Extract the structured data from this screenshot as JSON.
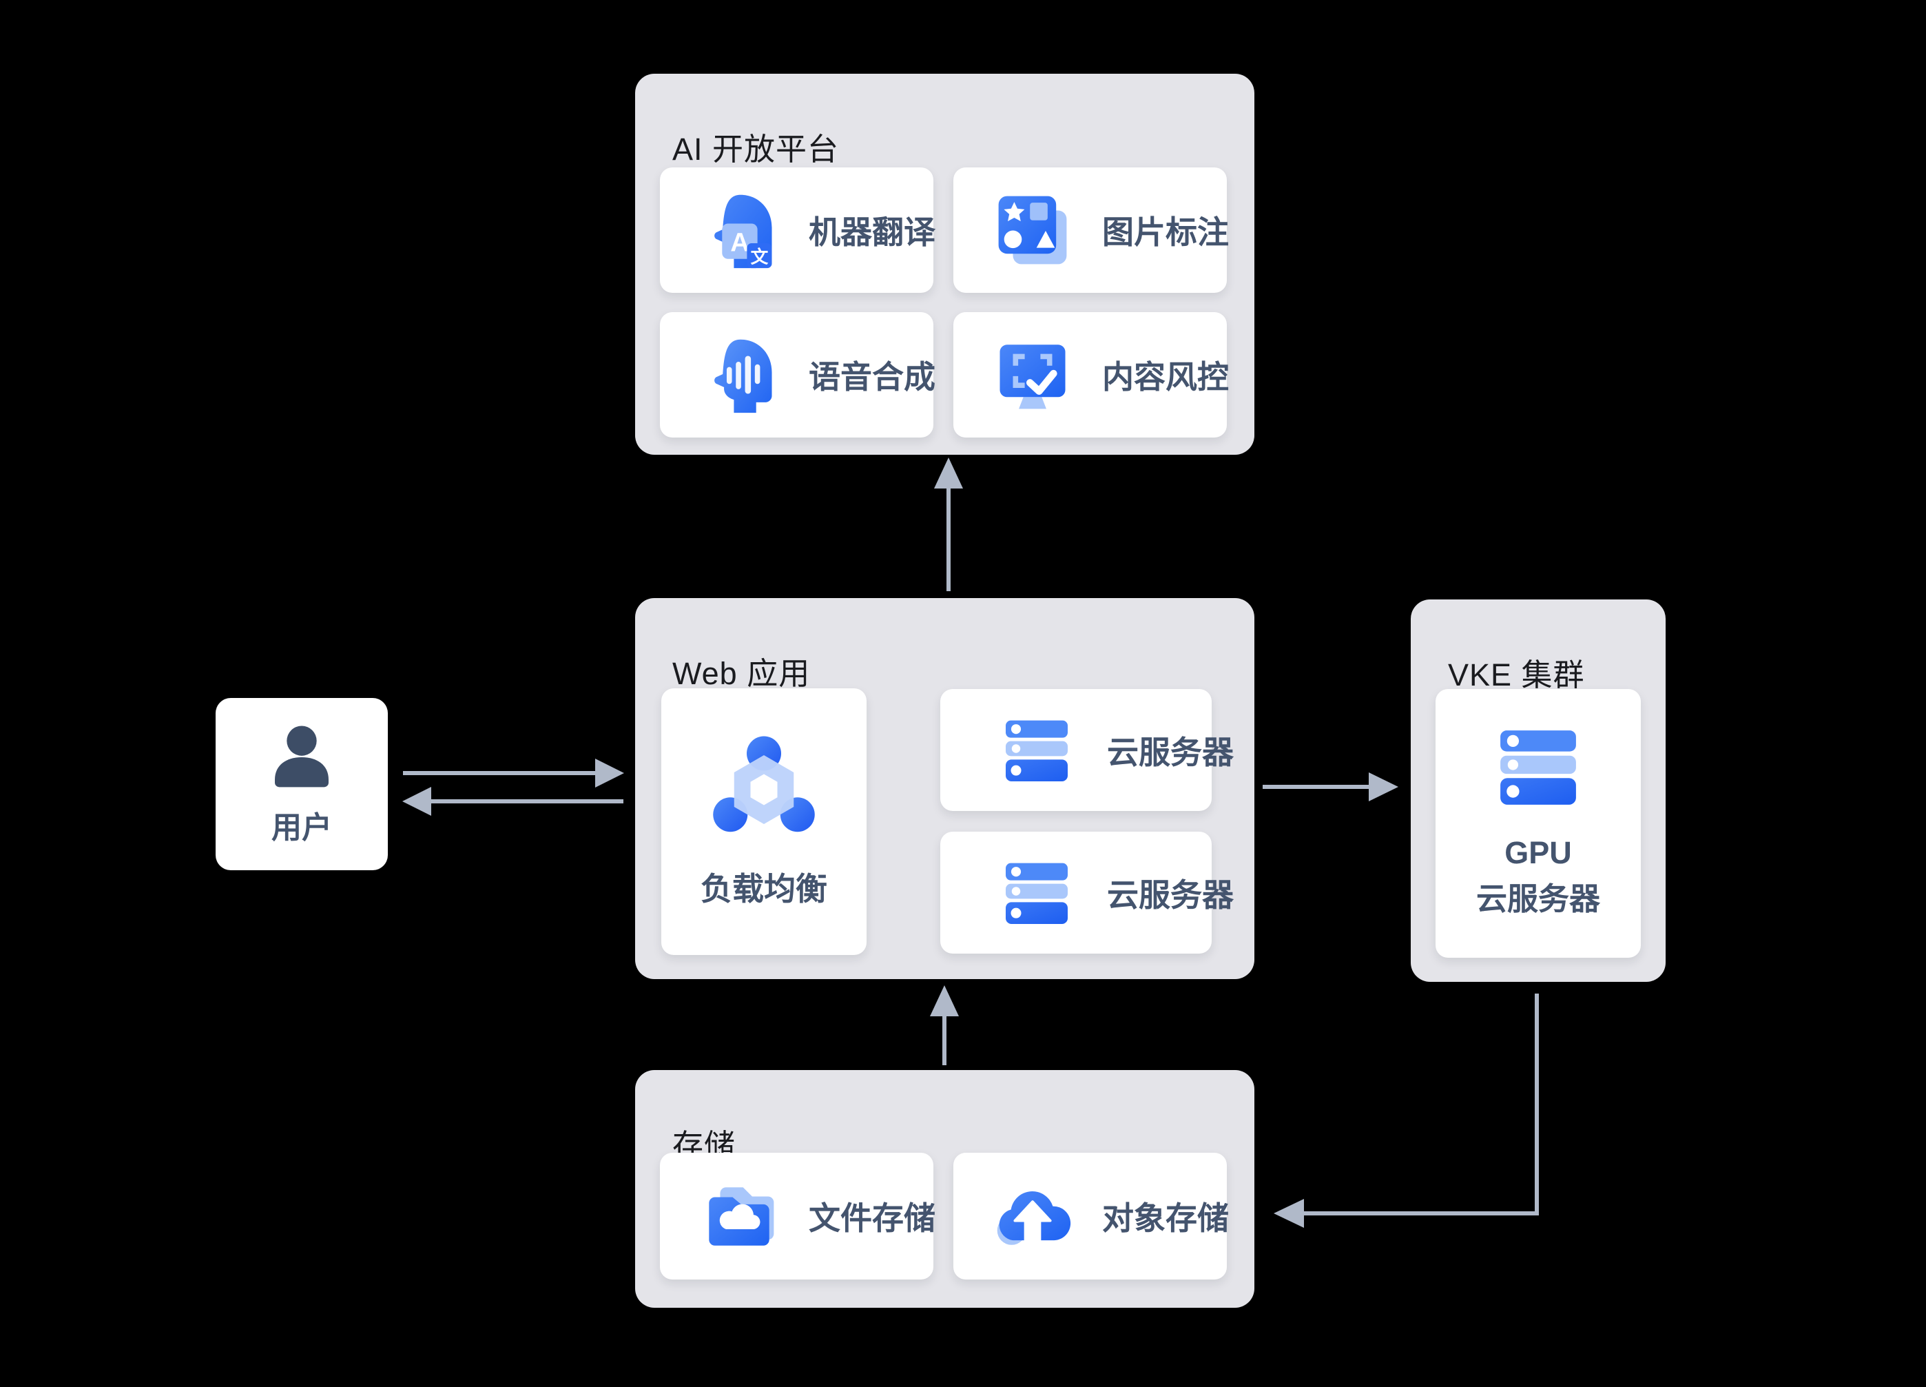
{
  "colors": {
    "background": "#000000",
    "panel_bg": "#e4e4e9",
    "card_bg": "#ffffff",
    "arrow": "#b0b9c9",
    "accent_blue": "#2e6cf5",
    "light_blue": "#a9c7fb",
    "label_text": "#44546e",
    "title_text": "#1a1b1f",
    "user_icon": "#3d4d66"
  },
  "diagram": {
    "user": {
      "label": "用户"
    },
    "ai_platform": {
      "title": "AI 开放平台",
      "items": [
        {
          "label": "机器翻译",
          "icon": "translate-icon",
          "glyph_a": "A",
          "glyph_wen": "文"
        },
        {
          "label": "图片标注",
          "icon": "image-annotation-icon"
        },
        {
          "label": "语音合成",
          "icon": "speech-synthesis-icon"
        },
        {
          "label": "内容风控",
          "icon": "content-moderation-icon"
        }
      ]
    },
    "web_app": {
      "title": "Web 应用",
      "load_balancer": {
        "label": "负载均衡",
        "icon": "load-balancer-icon"
      },
      "servers": [
        {
          "label": "云服务器",
          "icon": "cloud-server-icon"
        },
        {
          "label": "云服务器",
          "icon": "cloud-server-icon"
        }
      ]
    },
    "vke_cluster": {
      "title": "VKE 集群",
      "gpu_server": {
        "line1": "GPU",
        "line2": "云服务器",
        "icon": "gpu-server-icon"
      }
    },
    "storage": {
      "title": "存储",
      "items": [
        {
          "label": "文件存储",
          "icon": "file-storage-icon"
        },
        {
          "label": "对象存储",
          "icon": "object-storage-icon"
        }
      ]
    },
    "edges": [
      "user-to-web",
      "web-to-user",
      "web-to-ai",
      "storage-to-web",
      "web-to-vke",
      "vke-to-object-storage",
      "lb-to-server-1",
      "lb-to-server-2"
    ]
  }
}
